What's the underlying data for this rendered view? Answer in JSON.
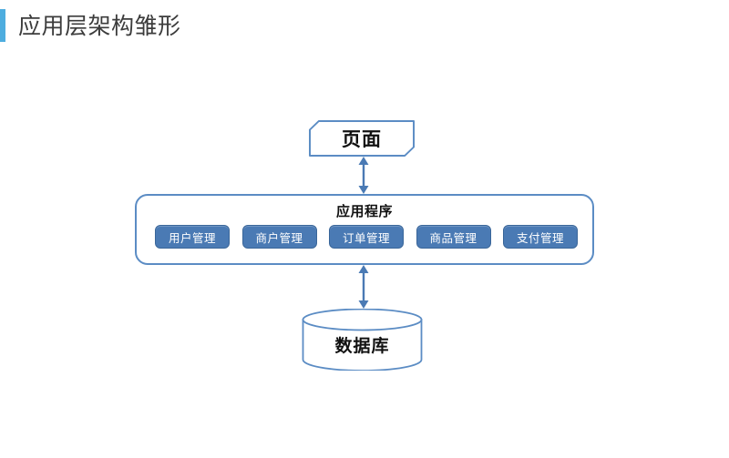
{
  "slide": {
    "title": "应用层架构雏形",
    "accent_color": "#4eaddf",
    "background_color": "#ffffff"
  },
  "diagram": {
    "type": "layered-architecture",
    "shape_outline_color": "#5b8cc4",
    "chip_fill_color": "#4a7ab4",
    "arrow_color": "#4a7ab4",
    "nodes": {
      "presentation": {
        "label": "页面",
        "shape": "snip-corner-rectangle"
      },
      "application": {
        "label": "应用程序",
        "shape": "rounded-rectangle",
        "modules": [
          {
            "label": "用户管理"
          },
          {
            "label": "商户管理"
          },
          {
            "label": "订单管理"
          },
          {
            "label": "商品管理"
          },
          {
            "label": "支付管理"
          }
        ]
      },
      "database": {
        "label": "数据库",
        "shape": "cylinder"
      }
    },
    "connectors": [
      {
        "name": "page-to-application",
        "style": "double-headed-arrow"
      },
      {
        "name": "application-to-database",
        "style": "double-headed-arrow"
      }
    ]
  }
}
